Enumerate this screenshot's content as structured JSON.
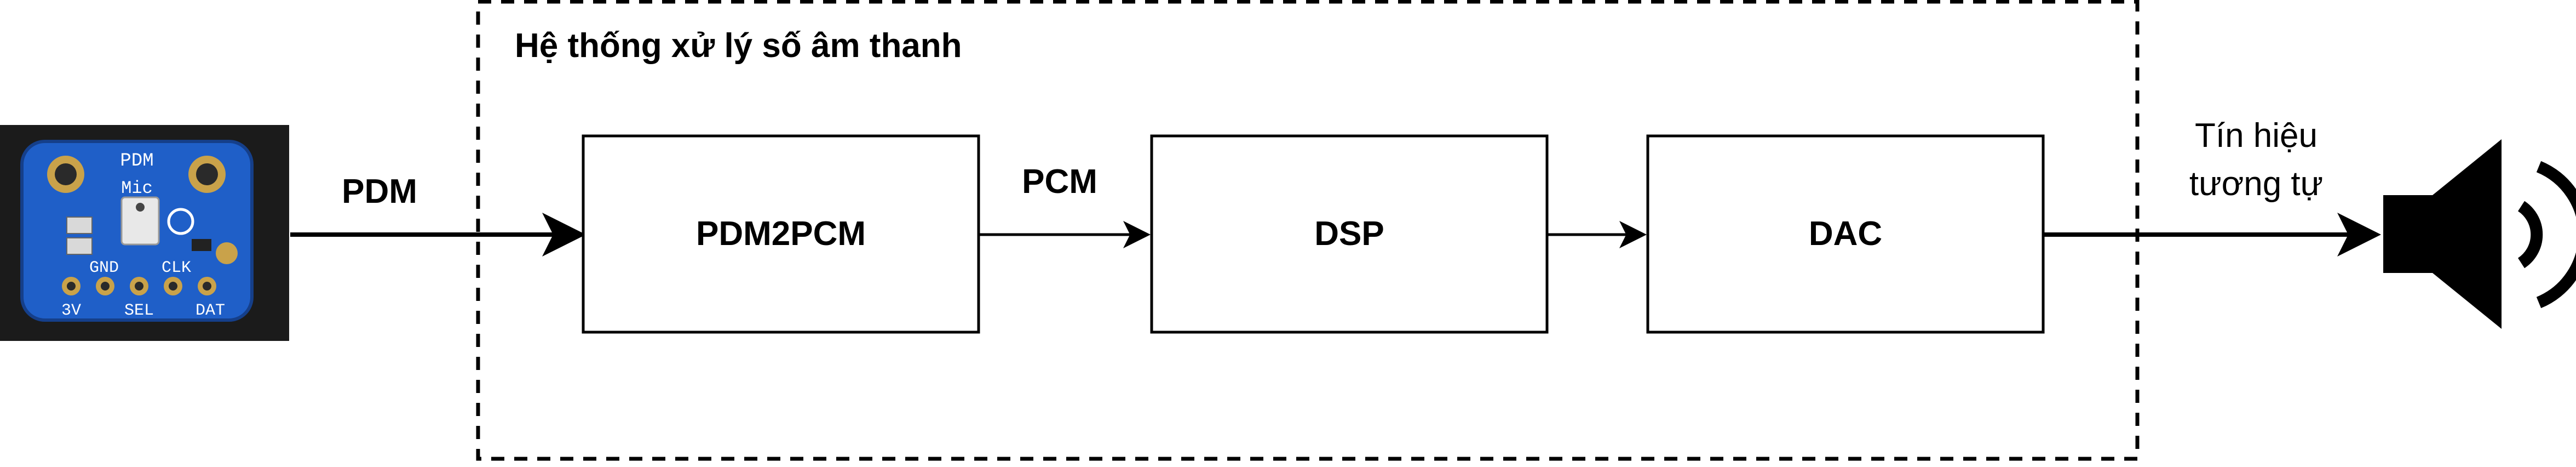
{
  "system_label": "Hệ thống xử lý số âm thanh",
  "input_label": "PDM",
  "blocks": [
    {
      "label": "PDM2PCM"
    },
    {
      "label": "DSP"
    },
    {
      "label": "DAC"
    }
  ],
  "pcm_label": "PCM",
  "output_label_line1": "Tín hiệu",
  "output_label_line2": "tương tự",
  "mic_board": {
    "text_top": "PDM",
    "text_mid": "Mic",
    "pin_labels_top": [
      "GND",
      "CLK"
    ],
    "pin_labels_bottom": [
      "3V",
      "SEL",
      "DAT"
    ],
    "board_color": "#1f5fc8"
  },
  "colors": {
    "line": "#000000",
    "background": "#ffffff"
  }
}
